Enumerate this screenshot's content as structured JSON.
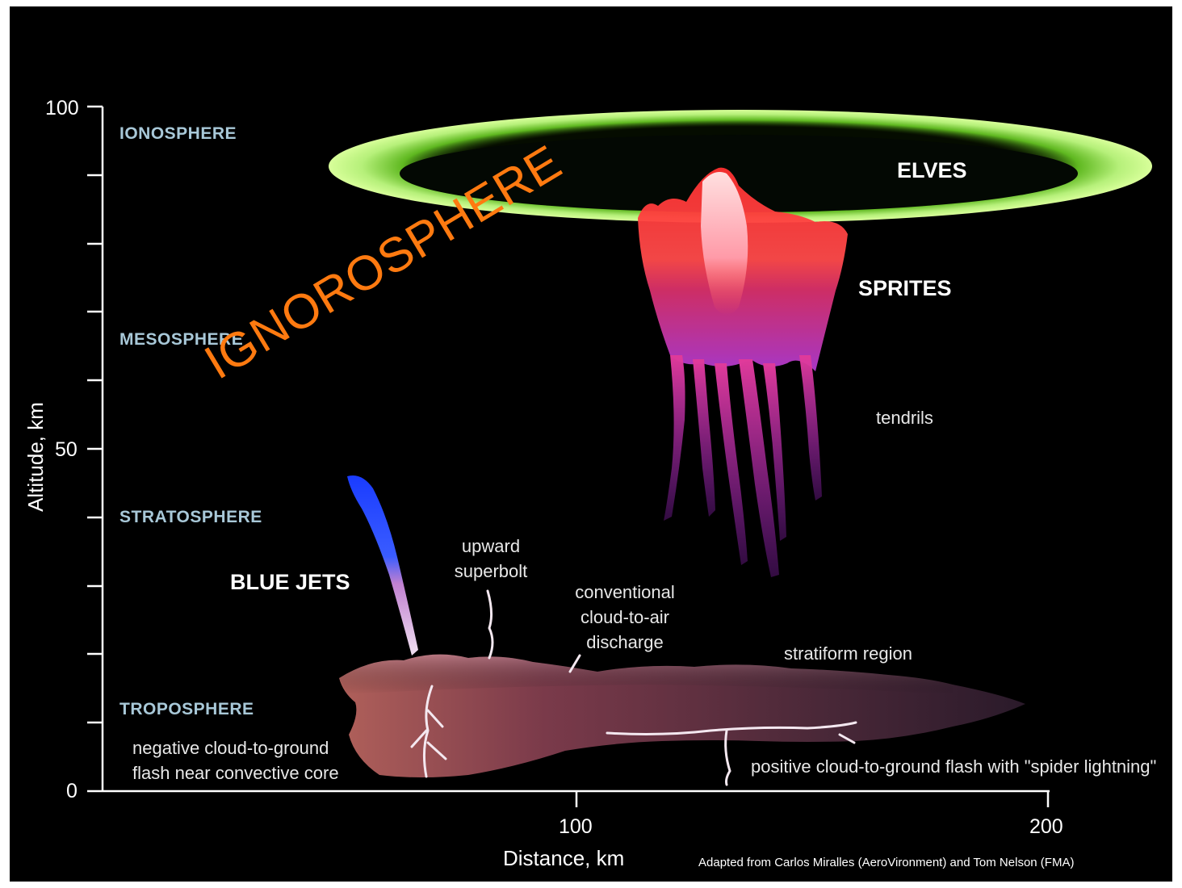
{
  "layers": {
    "ionosphere": "IONOSPHERE",
    "mesosphere": "MESOSPHERE",
    "stratosphere": "STRATOSPHERE",
    "troposphere": "TROPOSPHERE"
  },
  "features": {
    "elves": "ELVES",
    "sprites": "SPRITES",
    "tendrils": "tendrils",
    "blue_jets": "BLUE JETS",
    "upward_superbolt": [
      "upward",
      "superbolt"
    ],
    "cloud_to_air": [
      "conventional",
      "cloud-to-air",
      "discharge"
    ],
    "stratiform": "stratiform region",
    "negative_flash": [
      "negative cloud-to-ground",
      "flash near convective core"
    ],
    "positive_flash": "positive cloud-to-ground flash with \"spider lightning\""
  },
  "axes": {
    "y_label": "Altitude, km",
    "x_label": "Distance, km",
    "y_ticks": [
      "0",
      "50",
      "100"
    ],
    "x_ticks": [
      "100",
      "200"
    ],
    "y_range": [
      0,
      100
    ],
    "x_range": [
      0,
      200
    ]
  },
  "credit": "Adapted from Carlos Miralles (AeroVironment) and Tom Nelson (FMA)",
  "overlay_text": "IGNOROSPHERE",
  "colors": {
    "background": "#000000",
    "layer_text": "#a8c8d8",
    "elves": "#9fe860",
    "sprites": "#ff3a3a",
    "tendrils": "#c83ad8",
    "blue_jet": "#2a4cff",
    "overlay": "#ff7a10"
  }
}
